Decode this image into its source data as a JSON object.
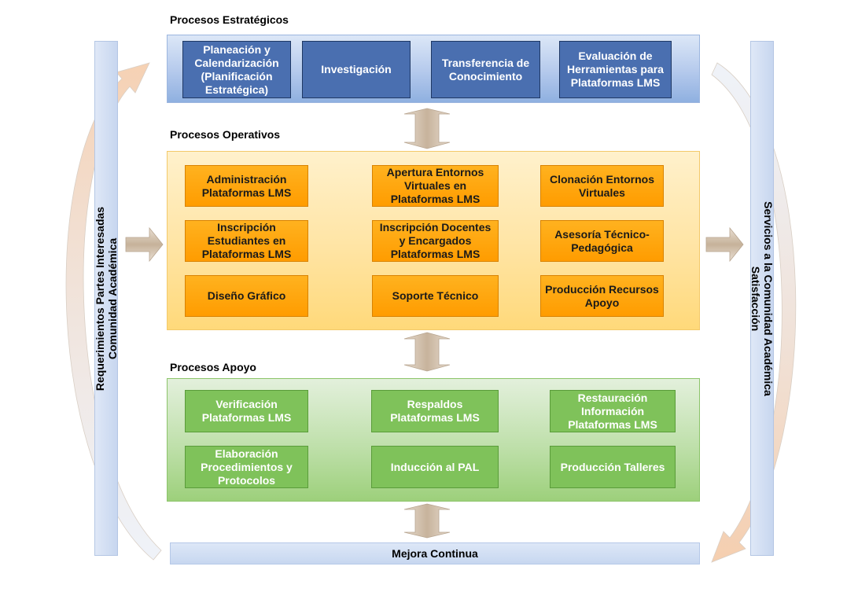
{
  "sections": {
    "estrategicos": "Procesos Estratégicos",
    "operativos": "Procesos Operativos",
    "apoyo": "Procesos Apoyo"
  },
  "left_bar": {
    "line1": "Requerimientos Partes Interesadas",
    "line2": "Comunidad Académica"
  },
  "right_bar": {
    "line1": "Servicios a la Comunidad Académica",
    "line2": "Satisfacción"
  },
  "estrategicos": [
    "Planeación y Calendarización (Planificación Estratégica)",
    "Investigación",
    "Transferencia de Conocimiento",
    "Evaluación de Herramientas para Plataformas LMS"
  ],
  "operativos": [
    "Administración Plataformas LMS",
    "Apertura Entornos Virtuales en Plataformas LMS",
    "Clonación Entornos Virtuales",
    "Inscripción Estudiantes en Plataformas LMS",
    "Inscripción Docentes y Encargados Plataformas LMS",
    "Asesoría Técnico-Pedagógica",
    "Diseño Gráfico",
    "Soporte Técnico",
    "Producción Recursos Apoyo"
  ],
  "apoyo": [
    "Verificación Plataformas LMS",
    "Respaldos Plataformas LMS",
    "Restauración Información Plataformas LMS",
    "Elaboración Procedimientos y Protocolos",
    "Inducción al PAL",
    "Producción Talleres"
  ],
  "mejora": "Mejora Continua",
  "colors": {
    "strategic_box": "#4a6fb0",
    "operative_box": "#ffa50a",
    "support_box": "#7fc25a",
    "arrow": "#c9b7a4"
  }
}
